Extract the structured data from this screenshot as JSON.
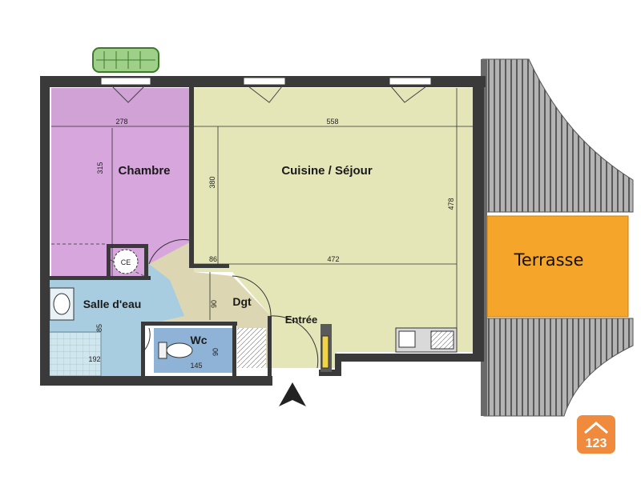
{
  "rooms": {
    "chambre": "Chambre",
    "cuisine_sejour": "Cuisine / Séjour",
    "salle_deau": "Salle d'eau",
    "wc": "Wc",
    "dgt": "Dgt",
    "entree": "Entrée",
    "ce": "CE",
    "terrasse": "Terrasse"
  },
  "dimensions": {
    "chambre_width": "278",
    "chambre_height": "315",
    "sejour_width": "558",
    "sejour_height_left": "380",
    "sejour_height_right": "478",
    "sejour_bottom": "472",
    "passage": "86",
    "dgt_depth": "90",
    "wc_depth": "90",
    "wc_width": "145",
    "shower_side": "85",
    "shower_width": "192"
  },
  "logo": {
    "text": "123"
  },
  "colors": {
    "wall": "#3a3a3a",
    "chambre": "#d7a6dd",
    "sejour": "#e4e6b8",
    "salle_deau": "#a8cde0",
    "wc": "#8eb3d6",
    "dgt": "#dcd6b2",
    "terrasse": "#f4a52a",
    "deck": "#8a8a8a",
    "planter": "#9fd08a",
    "logo": "#f08a3c"
  }
}
